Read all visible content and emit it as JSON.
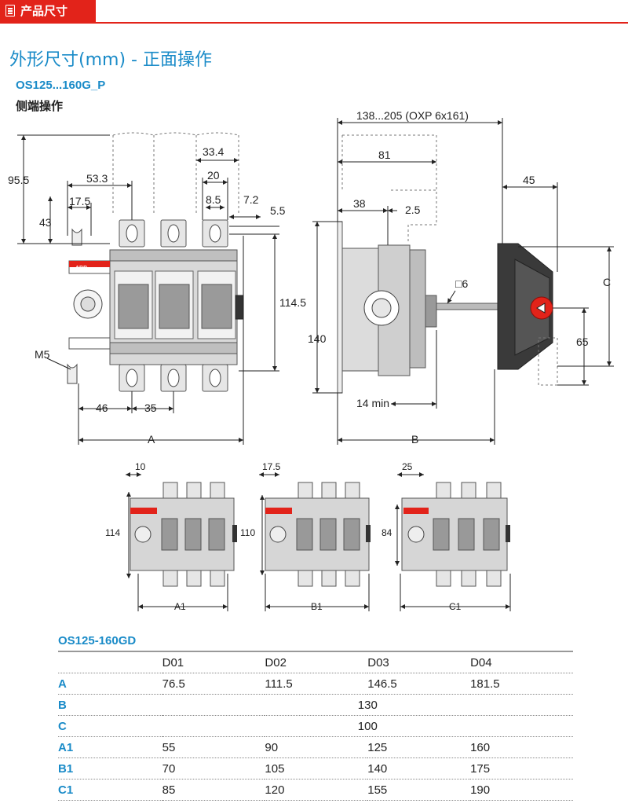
{
  "header": {
    "label": "产品尺寸",
    "icon": "document-icon"
  },
  "page_title": "外形尺寸(mm) - 正面操作",
  "model": "OS125...160G_P",
  "subtitle": "侧端操作",
  "front_view": {
    "dims": [
      "95.5",
      "53.3",
      "17.5",
      "43",
      "33.4",
      "20",
      "8.5",
      "7.2",
      "5.5",
      "114.5",
      "M5",
      "46",
      "35",
      "A"
    ],
    "brand": "ABB"
  },
  "side_view": {
    "dims": [
      "138...205 (OXP 6x161)",
      "81",
      "38",
      "2.5",
      "140",
      "□6",
      "14 min",
      "B",
      "45",
      "C",
      "65"
    ]
  },
  "variants": [
    {
      "width_dim": "10",
      "height_dim": "114",
      "bottom_dim": "A1"
    },
    {
      "width_dim": "17.5",
      "height_dim": "110",
      "bottom_dim": "B1"
    },
    {
      "width_dim": "25",
      "height_dim": "84",
      "bottom_dim": "C1"
    }
  ],
  "table": {
    "title": "OS125-160GD",
    "columns": [
      "D01",
      "D02",
      "D03",
      "D04"
    ],
    "rows": [
      {
        "label": "A",
        "values": [
          "76.5",
          "111.5",
          "146.5",
          "181.5"
        ]
      },
      {
        "label": "B",
        "merged": "130"
      },
      {
        "label": "C",
        "merged": "100"
      },
      {
        "label": "A1",
        "values": [
          "55",
          "90",
          "125",
          "160"
        ]
      },
      {
        "label": "B1",
        "values": [
          "70",
          "105",
          "140",
          "175"
        ]
      },
      {
        "label": "C1",
        "values": [
          "85",
          "120",
          "155",
          "190"
        ]
      }
    ]
  }
}
